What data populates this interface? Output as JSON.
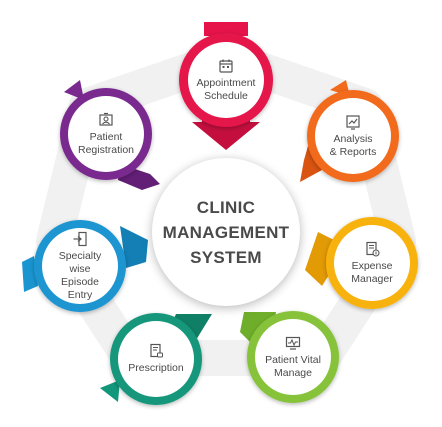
{
  "center": {
    "line1": "CLINIC",
    "line2": "MANAGEMENT",
    "line3": "SYSTEM"
  },
  "nodes": [
    {
      "line1": "Appointment",
      "line2": "Schedule",
      "icon": "calendar-icon",
      "color": "#e5134a"
    },
    {
      "line1": "Analysis",
      "line2": "& Reports",
      "icon": "chart-report-icon",
      "color": "#f26a1b"
    },
    {
      "line1": "Expense",
      "line2": "Manager",
      "icon": "expense-doc-icon",
      "color": "#f7b20f"
    },
    {
      "line1": "Patient Vital",
      "line2": "Manage",
      "icon": "monitor-vitals-icon",
      "color": "#86c33a"
    },
    {
      "line1": "Prescription",
      "line2": "",
      "icon": "prescription-icon",
      "color": "#13977b"
    },
    {
      "line1": "Specialty wise",
      "line2": "Episode Entry",
      "icon": "door-entry-icon",
      "color": "#1a95d0"
    },
    {
      "line1": "Patient",
      "line2": "Registration",
      "icon": "patient-card-icon",
      "color": "#7a2a8f"
    }
  ]
}
